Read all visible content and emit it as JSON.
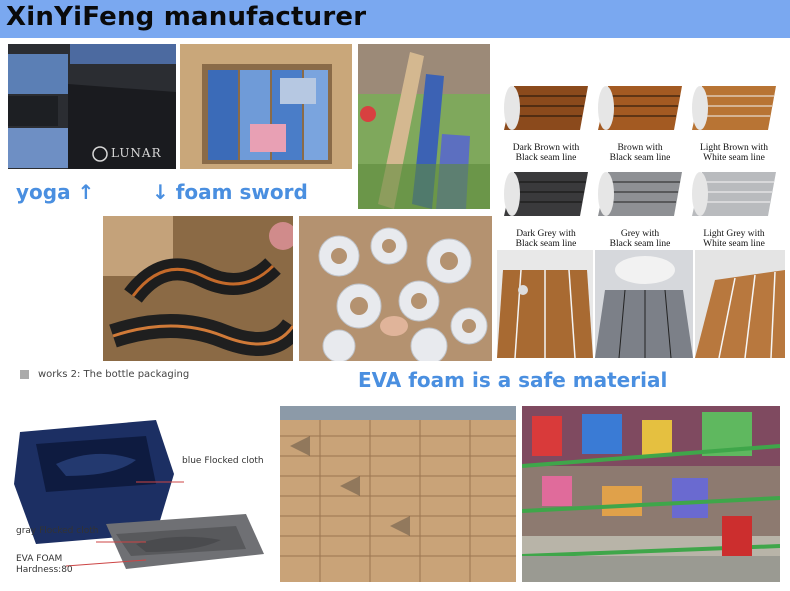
{
  "banner": {
    "title": "XinYiFeng manufacturer",
    "color": "#7aa8f0"
  },
  "captions": {
    "yoga": "yoga ↑",
    "foam_sword": "↓ foam sword",
    "safe_material": "EVA foam is a safe material"
  },
  "photos": {
    "lunar_label": "LUNAR"
  },
  "mats": [
    {
      "line1": "Dark Brown with",
      "line2": "Black seam line"
    },
    {
      "line1": "Brown with",
      "line2": "Black seam line"
    },
    {
      "line1": "Light Brown with",
      "line2": "White seam line"
    },
    {
      "line1": "Dark Grey with",
      "line2": "Black seam line"
    },
    {
      "line1": "Grey with",
      "line2": "Black seam line"
    },
    {
      "line1": "Light Grey with",
      "line2": "White seam line"
    }
  ],
  "packaging": {
    "title": "works 2: The bottle packaging",
    "blue_label": "blue Flocked cloth",
    "gray_label": "gray Flocked cloth",
    "eva_label": "EVA FOAM",
    "hardness_label": "Hardness:80"
  }
}
